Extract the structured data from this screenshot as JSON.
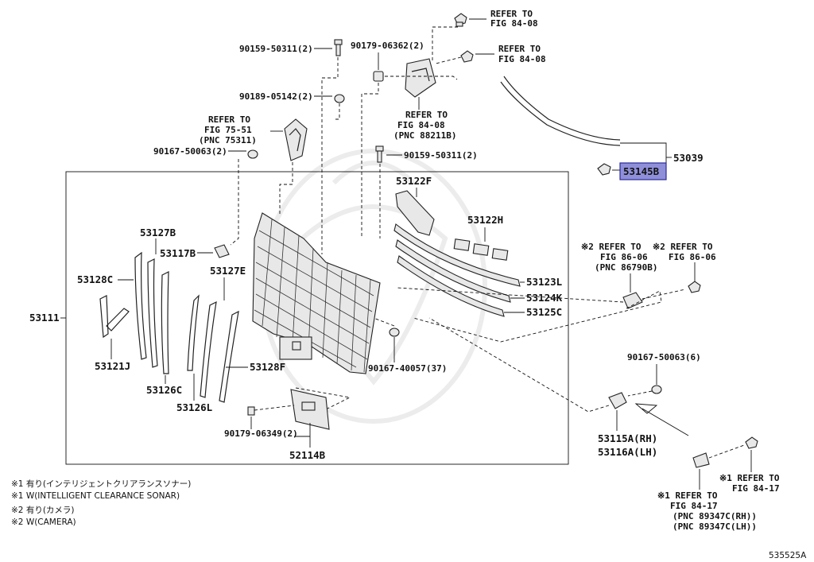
{
  "diagram_id": "535525A",
  "highlight_color": "#8f8fd9",
  "parts": {
    "p53039": "53039",
    "p53145B": "53145B",
    "p53111": "53111",
    "p53122F": "53122F",
    "p53122H": "53122H",
    "p53123L": "53123L",
    "p53124K": "53124K",
    "p53125C": "53125C",
    "p53127B": "53127B",
    "p53117B": "53117B",
    "p53128C": "53128C",
    "p53127E": "53127E",
    "p53121J": "53121J",
    "p53126C": "53126C",
    "p53126L": "53126L",
    "p53128F": "53128F",
    "p52114B": "52114B",
    "p53115A": "53115A(RH)",
    "p53116A": "53116A(LH)",
    "b90159_top": "90159-50311(2)",
    "b90179_top": "90179-06362(2)",
    "b90189": "90189-05142(2)",
    "b90167_left": "90167-50063(2)",
    "b90159_mid": "90159-50311(2)",
    "b90167_40057": "90167-40057(37)",
    "b90179_bottom": "90179-06349(2)",
    "b90167_right": "90167-50063(6)"
  },
  "refs": {
    "r1_a": "REFER TO",
    "r1_b": "FIG 84-08",
    "r2_a": "REFER TO",
    "r2_b": "FIG 84-08",
    "r3_a": "REFER TO",
    "r3_b": "FIG 84-08",
    "r3_c": "(PNC 88211B)",
    "r4_a": "REFER TO",
    "r4_b": "FIG 75-51",
    "r4_c": "(PNC 75311)",
    "r5_a": "※2 REFER TO",
    "r5_b": "FIG 86-06",
    "r5_c": "(PNC 86790B)",
    "r6_a": "※2 REFER TO",
    "r6_b": "FIG 86-06",
    "r7_a": "※1 REFER TO",
    "r7_b": "FIG 84-17",
    "r8_a": "※1 REFER TO",
    "r8_b": "FIG 84-17",
    "r8_c": "(PNC 89347C(RH))",
    "r8_d": "(PNC 89347C(LH))"
  },
  "notes": {
    "n1": "※1 有り(インテリジェントクリアランスソナー)",
    "n2": "※1 W(INTELLIGENT CLEARANCE SONAR)",
    "n3": "※2 有り(カメラ)",
    "n4": "※2 W(CAMERA)"
  }
}
